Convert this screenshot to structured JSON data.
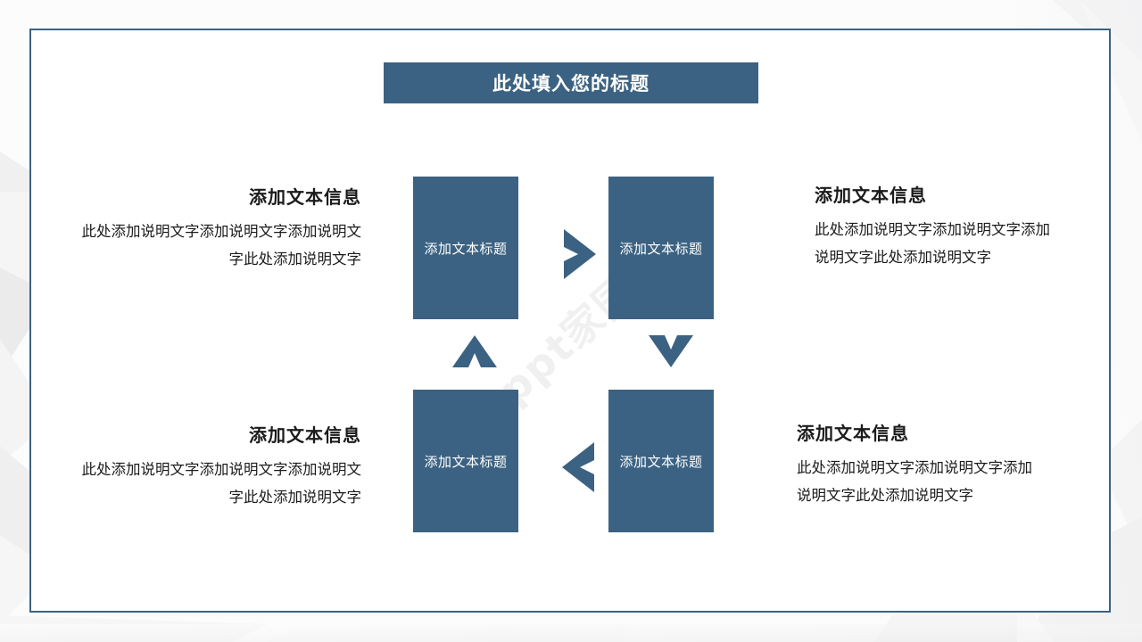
{
  "slide": {
    "title": "此处填入您的标题",
    "watermark": "ppt家园",
    "accent_color": "#3b6282",
    "frame_color": "#3b6382",
    "background_color": "#fdfdfd",
    "text_color": "#1b1b1b"
  },
  "nodes": [
    {
      "id": "top-left",
      "label": "添加文本标题"
    },
    {
      "id": "top-right",
      "label": "添加文本标题"
    },
    {
      "id": "bottom-left",
      "label": "添加文本标题"
    },
    {
      "id": "bottom-right",
      "label": "添加文本标题"
    }
  ],
  "arrows": [
    {
      "id": "right",
      "direction": "right",
      "icon": "chevron-right-icon"
    },
    {
      "id": "down",
      "direction": "down",
      "icon": "chevron-down-icon"
    },
    {
      "id": "left",
      "direction": "left",
      "icon": "chevron-left-icon"
    },
    {
      "id": "up",
      "direction": "up",
      "icon": "chevron-up-icon"
    }
  ],
  "blocks": {
    "top_left": {
      "heading": "添加文本信息",
      "body": "此处添加说明文字添加说明文字添加说明文字此处添加说明文字"
    },
    "top_right": {
      "heading": "添加文本信息",
      "body": "此处添加说明文字添加说明文字添加说明文字此处添加说明文字"
    },
    "bottom_left": {
      "heading": "添加文本信息",
      "body": "此处添加说明文字添加说明文字添加说明文字此处添加说明文字"
    },
    "bottom_right": {
      "heading": "添加文本信息",
      "body": "此处添加说明文字添加说明文字添加说明文字此处添加说明文字"
    }
  }
}
